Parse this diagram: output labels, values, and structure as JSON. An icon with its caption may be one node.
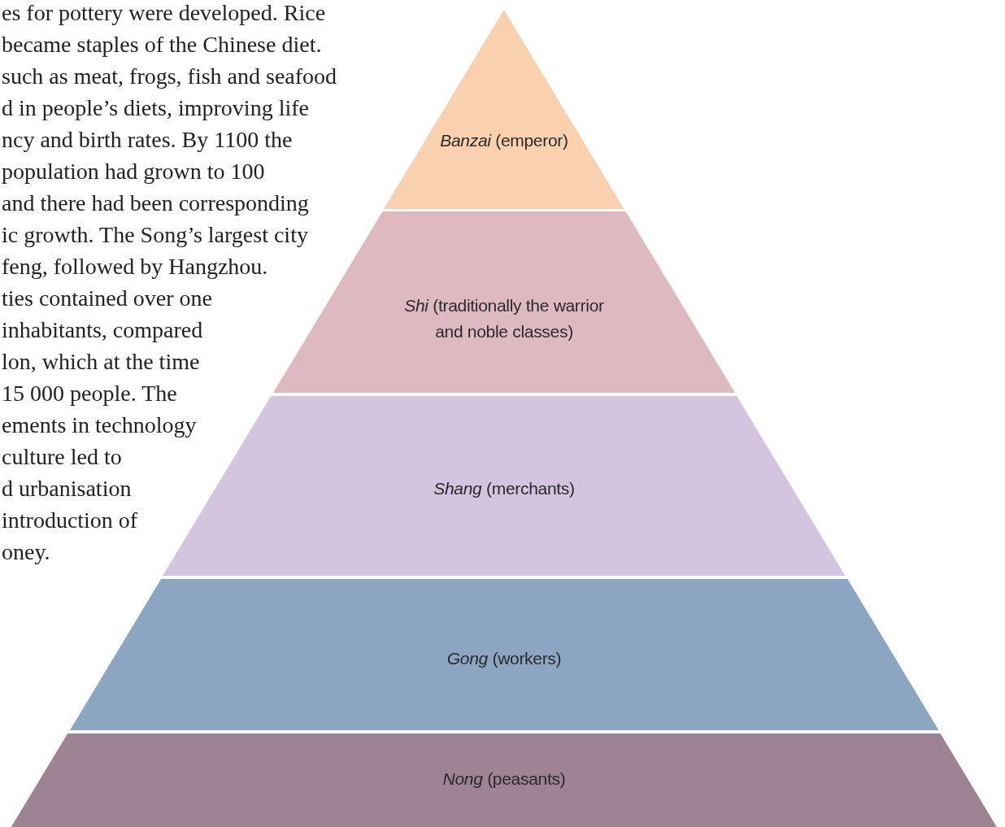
{
  "diagram": {
    "nodes": [
      {
        "text": [
          "*Banzai* (emperor)"
        ]
      },
      {
        "text": [
          "*Shi* (traditionally the warrior and noble classes)"
        ]
      },
      {
        "text": [
          "*Shang* (merchants)"
        ]
      },
      {
        "text": [
          "*Gong* (workers)"
        ]
      },
      {
        "text": [
          "*Nong* (peasants)"
        ]
      }
    ],
    "labels": [
      "es for pottery were developed. Rice",
      "became staples of the Chinese diet.",
      "such as meat, frogs, fish and seafood",
      "d in people’s diets, improving life",
      "ncy and birth rates. By 1100 the",
      "population had grown to 100",
      "and there had been corresponding",
      "ic growth. The Song’s largest city",
      "feng, followed by Hangzhou.",
      "ties contained over one",
      "inhabitants, compared",
      "lon, which at the time",
      "15 000 people. The",
      "ements in technology",
      "culture led to",
      "d urbanisation",
      "introduction of",
      "oney."
    ]
  }
}
